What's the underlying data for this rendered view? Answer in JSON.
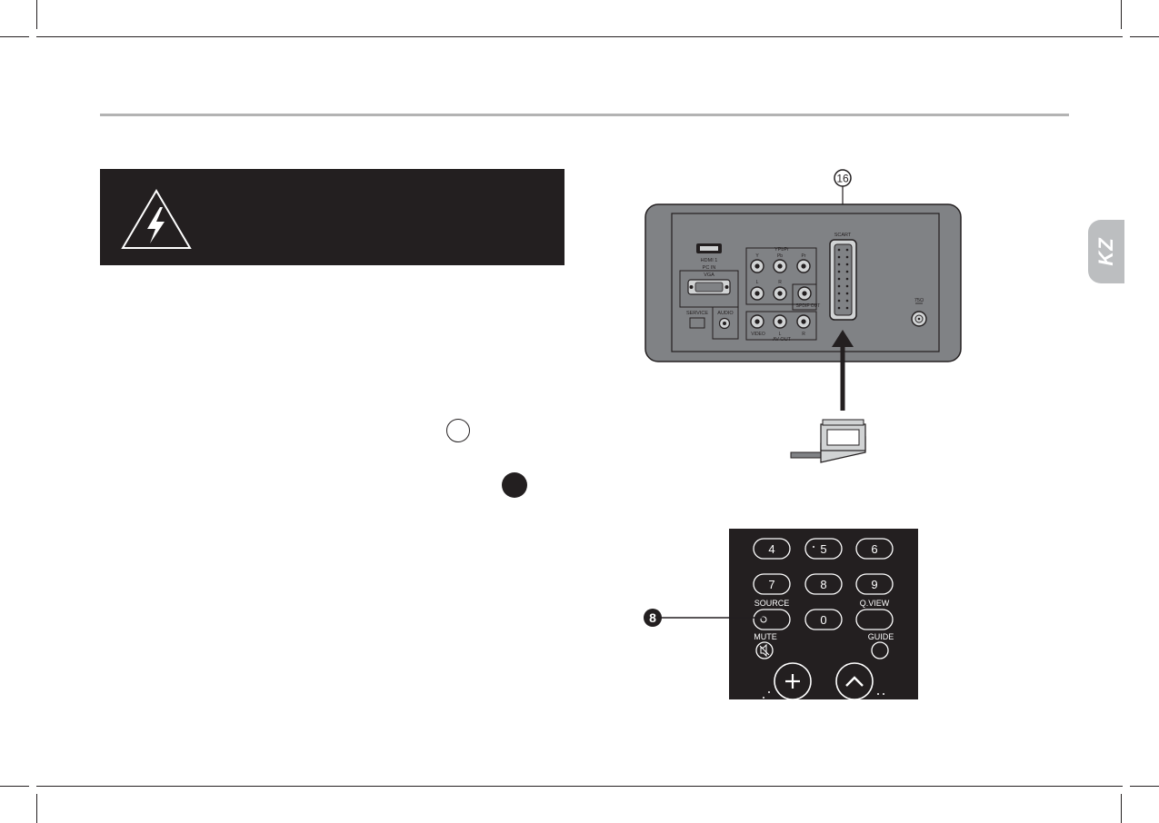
{
  "page": {
    "language_tab": "KZ"
  },
  "warning": {
    "icon": "high-voltage-icon"
  },
  "connector_panel": {
    "callout_number": "16",
    "labels": {
      "scart": "SCART",
      "hdmi": "HDMI 1",
      "pc_in": "PC IN",
      "vga": "VGA",
      "service": "SERVICE",
      "audio": "AUDIO",
      "ypbpr": "YPbPr",
      "y": "Y",
      "pb": "Pb",
      "pr": "Pr",
      "l": "L",
      "r": "R",
      "spdif": "SPDIF OUT",
      "video": "VIDEO",
      "av_out": "AV OUT",
      "av_l": "L",
      "av_r": "R",
      "antenna": "75Ω"
    }
  },
  "remote": {
    "callout_number": "8",
    "keys": {
      "k4": "4",
      "k5": "5",
      "k6": "6",
      "k7": "7",
      "k8": "8",
      "k9": "9",
      "k0": "0"
    },
    "labels": {
      "source": "SOURCE",
      "qview": "Q.VIEW",
      "mute": "MUTE",
      "guide": "GUIDE"
    }
  },
  "colors": {
    "ink": "#231f20",
    "rule": "#b3b3b3",
    "panel": "#808285",
    "tab": "#bcbec0"
  }
}
